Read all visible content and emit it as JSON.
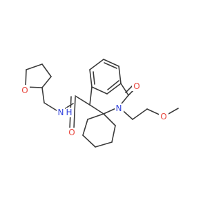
{
  "molecule": {
    "colors": {
      "bond": "#3a3a3a",
      "oxygen": "#e8453c",
      "nitrogen": "#3344dd"
    },
    "atom_labels": {
      "o_thf": "O",
      "nh_amide": "N",
      "h_amide": "H",
      "o_amide": "O",
      "o_lactam": "O",
      "n_ring": "N",
      "o_methoxy": "O"
    }
  }
}
